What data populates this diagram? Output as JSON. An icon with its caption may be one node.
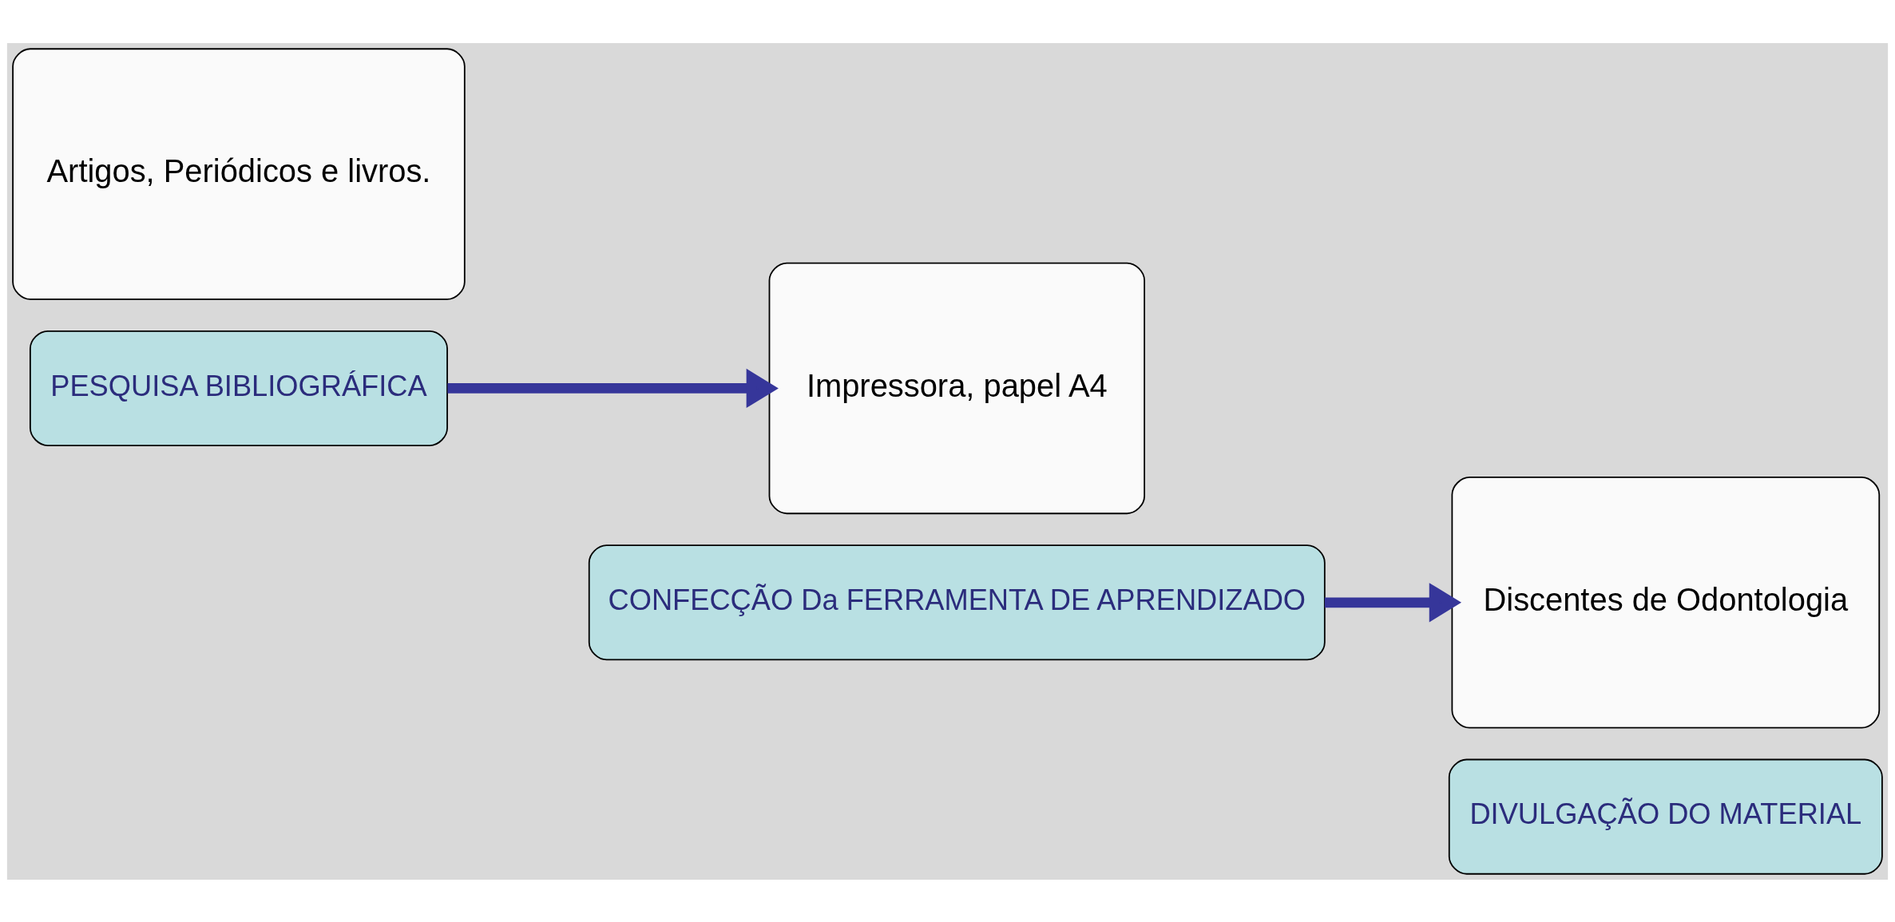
{
  "diagram": {
    "nodes": [
      {
        "text": [
          "Artigos, Periódicos e livros."
        ]
      },
      {
        "text": [
          "PESQUISA BIBLIOGRÁFICA"
        ]
      },
      {
        "text": [
          "Impressora, papel A4"
        ]
      },
      {
        "text": [
          "CONFECÇÃO Da FERRAMENTA DE APRENDIZADO"
        ]
      },
      {
        "text": [
          "Discentes de Odontologia"
        ]
      },
      {
        "text": [
          "DIVULGAÇÃO DO MATERIAL"
        ]
      }
    ],
    "edges": [
      {
        "from": 1,
        "to": 2,
        "arrow": "to"
      },
      {
        "from": 3,
        "to": 4,
        "arrow": "to"
      }
    ]
  }
}
